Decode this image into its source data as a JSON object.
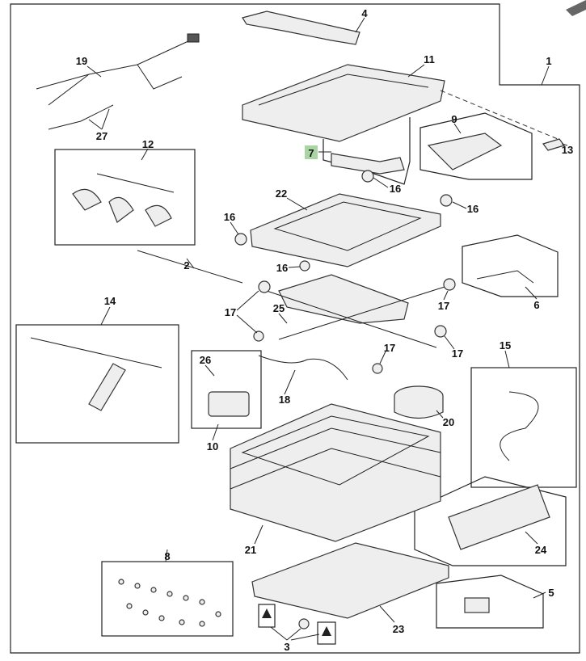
{
  "diagram": {
    "highlighted_callout": "7",
    "highlight_color": "#a8d5a2",
    "callouts": {
      "c1": "1",
      "c2": "2",
      "c3": "3",
      "c4": "4",
      "c5": "5",
      "c6": "6",
      "c7": "7",
      "c8": "8",
      "c9": "9",
      "c10": "10",
      "c11": "11",
      "c12": "12",
      "c13": "13",
      "c14": "14",
      "c15": "15",
      "c16a": "16",
      "c16b": "16",
      "c16c": "16",
      "c16d": "16",
      "c17a": "17",
      "c17b": "17",
      "c17c": "17",
      "c17d": "17",
      "c18": "18",
      "c19": "19",
      "c20": "20",
      "c21": "21",
      "c22": "22",
      "c23": "23",
      "c24": "24",
      "c25": "25",
      "c26": "26",
      "c27": "27"
    }
  }
}
